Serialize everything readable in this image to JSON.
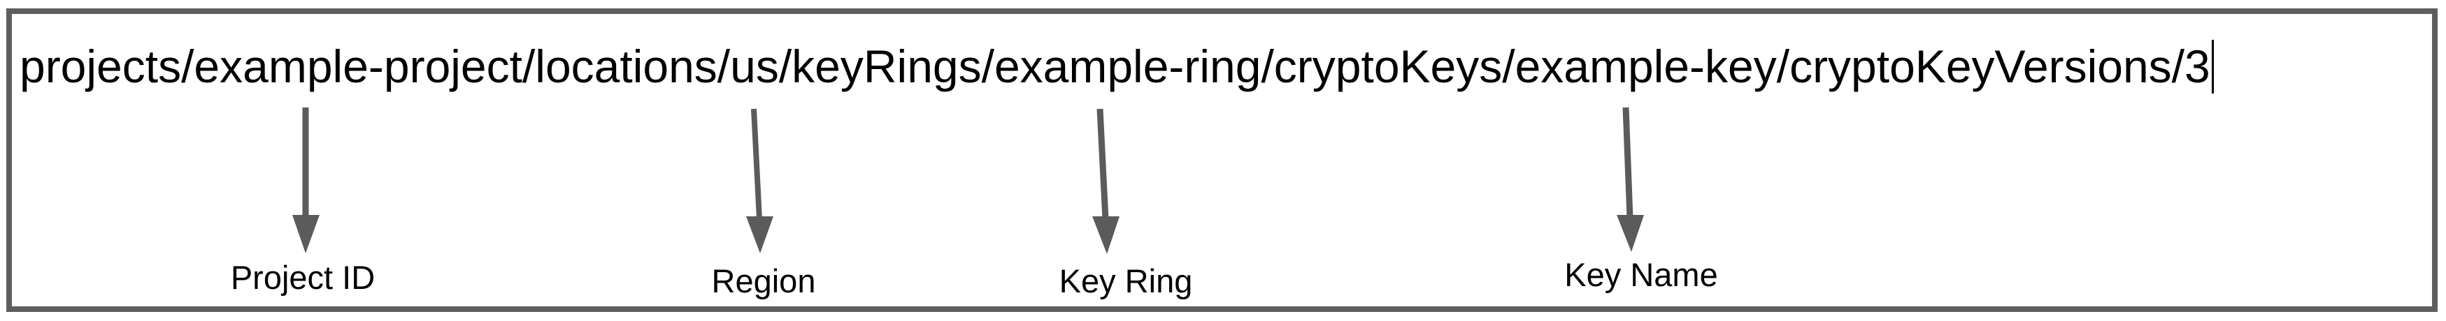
{
  "resource_path": {
    "full_text": "projects/example-project/locations/us/keyRings/example-ring/cryptoKeys/example-key/cryptoKeyVersions/3"
  },
  "annotations": [
    {
      "label": "Project ID",
      "target_segment": "example-project"
    },
    {
      "label": "Region",
      "target_segment": "us"
    },
    {
      "label": "Key Ring",
      "target_segment": "example-ring"
    },
    {
      "label": "Key Name",
      "target_segment": "example-key"
    }
  ],
  "colors": {
    "text": "#000000",
    "border": "#5e5e5e",
    "arrow": "#5b5b5b",
    "background": "#ffffff"
  }
}
